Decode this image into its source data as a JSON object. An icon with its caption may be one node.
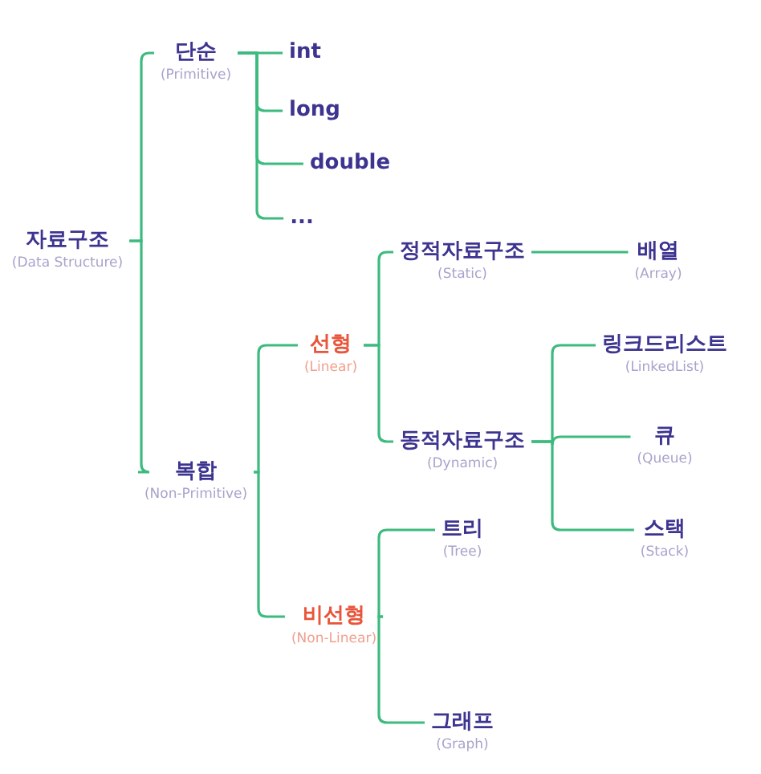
{
  "diagram": {
    "nodes": [
      {
        "text": [
          "자료구조",
          "(Data Structure)"
        ]
      },
      {
        "text": [
          "단순",
          "(Primitive)"
        ]
      },
      {
        "text": [
          "복합",
          "(Non-Primitive)"
        ]
      },
      {
        "text": [
          "int"
        ]
      },
      {
        "text": [
          "long"
        ]
      },
      {
        "text": [
          "double"
        ]
      },
      {
        "text": [
          "..."
        ]
      },
      {
        "text": [
          "선형",
          "(Linear)"
        ]
      },
      {
        "text": [
          "비선형",
          "(Non-Linear)"
        ]
      },
      {
        "text": [
          "정적자료구조",
          "(Static)"
        ]
      },
      {
        "text": [
          "동적자료구조",
          "(Dynamic)"
        ]
      },
      {
        "text": [
          "배열",
          "(Array)"
        ]
      },
      {
        "text": [
          "링크드리스트",
          "(LinkedList)"
        ]
      },
      {
        "text": [
          "큐",
          "(Queue)"
        ]
      },
      {
        "text": [
          "스택",
          "(Stack)"
        ]
      },
      {
        "text": [
          "트리",
          "(Tree)"
        ]
      },
      {
        "text": [
          "그래프",
          "(Graph)"
        ]
      }
    ],
    "edges": [
      {
        "from": 0,
        "to": 1,
        "arrow": "none"
      },
      {
        "from": 0,
        "to": 2,
        "arrow": "none"
      },
      {
        "from": 1,
        "to": 3,
        "arrow": "none"
      },
      {
        "from": 1,
        "to": 4,
        "arrow": "none"
      },
      {
        "from": 1,
        "to": 5,
        "arrow": "none"
      },
      {
        "from": 1,
        "to": 6,
        "arrow": "none"
      },
      {
        "from": 2,
        "to": 7,
        "arrow": "none"
      },
      {
        "from": 2,
        "to": 8,
        "arrow": "none"
      },
      {
        "from": 7,
        "to": 9,
        "arrow": "none"
      },
      {
        "from": 7,
        "to": 10,
        "arrow": "none"
      },
      {
        "from": 9,
        "to": 11,
        "arrow": "none"
      },
      {
        "from": 10,
        "to": 12,
        "arrow": "none"
      },
      {
        "from": 10,
        "to": 13,
        "arrow": "none"
      },
      {
        "from": 10,
        "to": 14,
        "arrow": "none"
      },
      {
        "from": 8,
        "to": 15,
        "arrow": "none"
      },
      {
        "from": 8,
        "to": 16,
        "arrow": "none"
      }
    ]
  }
}
